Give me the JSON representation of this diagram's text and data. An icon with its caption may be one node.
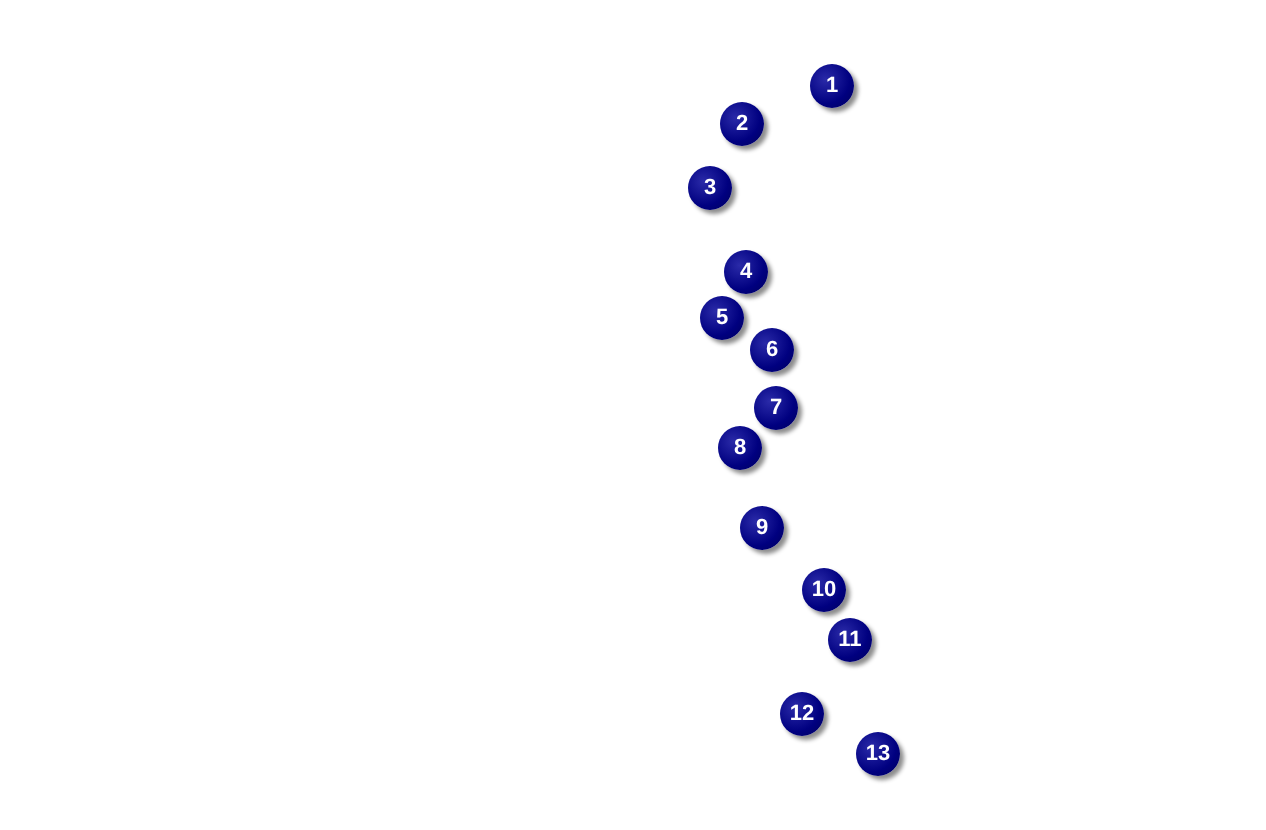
{
  "diagram": {
    "nodes": [
      {
        "text": [
          "1"
        ]
      },
      {
        "text": [
          "2"
        ]
      },
      {
        "text": [
          "3"
        ]
      },
      {
        "text": [
          "4"
        ]
      },
      {
        "text": [
          "5"
        ]
      },
      {
        "text": [
          "6"
        ]
      },
      {
        "text": [
          "7"
        ]
      },
      {
        "text": [
          "8"
        ]
      },
      {
        "text": [
          "9"
        ]
      },
      {
        "text": [
          "10"
        ]
      },
      {
        "text": [
          "11"
        ]
      },
      {
        "text": [
          "12"
        ]
      },
      {
        "text": [
          "13"
        ]
      }
    ]
  }
}
